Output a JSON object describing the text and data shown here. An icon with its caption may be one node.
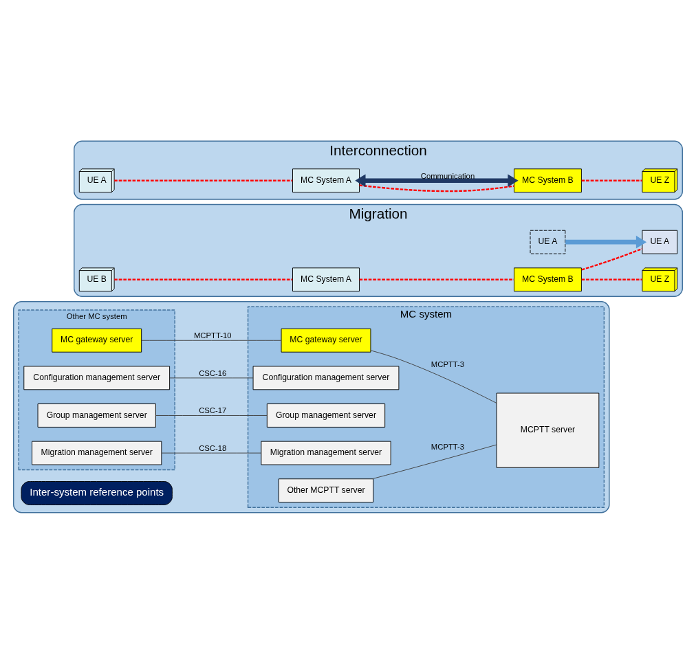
{
  "diagram": {
    "nodes": [
      {
        "text": [
          "Interconnection"
        ]
      },
      {
        "text": [
          "UE A"
        ],
        "in": 0
      },
      {
        "text": [
          "MC System A"
        ],
        "in": 0
      },
      {
        "text": [
          "MC System B"
        ],
        "in": 0
      },
      {
        "text": [
          "UE Z"
        ],
        "in": 0
      },
      {
        "text": [
          "Migration"
        ]
      },
      {
        "text": [
          "UE B"
        ],
        "in": 5
      },
      {
        "text": [
          "MC System A"
        ],
        "in": 5
      },
      {
        "text": [
          "MC System B"
        ],
        "in": 5
      },
      {
        "text": [
          "UE Z"
        ],
        "in": 5
      },
      {
        "text": [
          "UE A"
        ],
        "in": 5
      },
      {
        "text": [
          "UE A"
        ],
        "in": 5
      },
      {
        "text": [],
        "shape": "box"
      },
      {
        "text": [
          "Inter-system reference points"
        ],
        "in": 12
      },
      {
        "text": [
          "Other MC system"
        ],
        "in": 12
      },
      {
        "text": [
          "MC gateway server"
        ],
        "in": 14
      },
      {
        "text": [
          "Configuration management server"
        ],
        "in": 14
      },
      {
        "text": [
          "Group management server"
        ],
        "in": 14
      },
      {
        "text": [
          "Migration management server"
        ],
        "in": 14
      },
      {
        "text": [
          "MC system"
        ],
        "in": 12
      },
      {
        "text": [
          "Other MCPTT server"
        ],
        "in": 19
      },
      {
        "text": [
          "MC gateway server"
        ],
        "in": 19
      },
      {
        "text": [
          "Configuration management server"
        ],
        "in": 19
      },
      {
        "text": [
          "Group management server"
        ],
        "in": 19
      },
      {
        "text": [
          "Migration management server"
        ],
        "in": 19
      },
      {
        "text": [
          "MCPTT server"
        ],
        "in": 19
      }
    ],
    "edges": [
      {
        "from": 1,
        "to": 2,
        "arrow": "none",
        "style": "dashed",
        "color": "#ff0000"
      },
      {
        "from": 2,
        "to": 3,
        "arrow": "none",
        "style": "dashed",
        "color": "#ff0000"
      },
      {
        "from": 2,
        "to": 3,
        "arrow": "both",
        "label": "Communication",
        "style": "thick",
        "color": "#1f3864"
      },
      {
        "from": 3,
        "to": 4,
        "arrow": "none",
        "style": "dashed",
        "color": "#ff0000"
      },
      {
        "from": 6,
        "to": 7,
        "arrow": "none",
        "style": "dashed",
        "color": "#ff0000"
      },
      {
        "from": 7,
        "to": 8,
        "arrow": "none",
        "style": "dashed",
        "color": "#ff0000"
      },
      {
        "from": 8,
        "to": 9,
        "arrow": "none",
        "style": "dashed",
        "color": "#ff0000"
      },
      {
        "from": 8,
        "to": 11,
        "arrow": "none",
        "style": "dashed",
        "color": "#ff0000"
      },
      {
        "from": 10,
        "to": 11,
        "arrow": "to",
        "style": "thick",
        "color": "#5b9bd5"
      },
      {
        "from": 20,
        "to": 25,
        "arrow": "none",
        "label": "MCPTT-3",
        "color": "#404040"
      },
      {
        "from": 21,
        "to": 25,
        "arrow": "none",
        "label": "MCPTT-3",
        "color": "#404040"
      },
      {
        "from": 15,
        "to": 21,
        "arrow": "none",
        "label": "MCPTT-10",
        "color": "#404040"
      },
      {
        "from": 16,
        "to": 22,
        "arrow": "none",
        "label": "CSC-16",
        "color": "#404040"
      },
      {
        "from": 17,
        "to": 23,
        "arrow": "none",
        "label": "CSC-17",
        "color": "#404040"
      },
      {
        "from": 18,
        "to": 24,
        "arrow": "none",
        "label": "CSC-18",
        "color": "#404040"
      }
    ]
  }
}
